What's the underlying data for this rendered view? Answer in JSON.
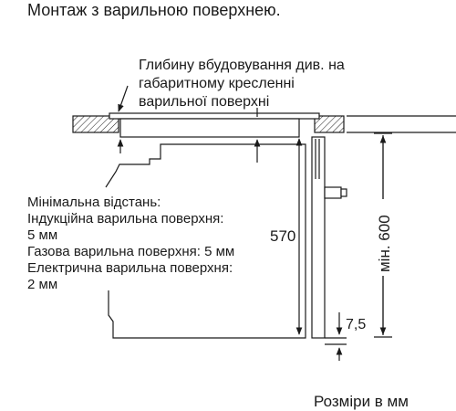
{
  "title": "Монтаж з варильною поверхнею.",
  "depth_note": {
    "lines": [
      "Глибину вбудовування див. на",
      "габаритному кресленні",
      "варильної поверхні"
    ]
  },
  "distance_note": {
    "lines": [
      "Мінімальна відстань:",
      "Індукційна варильна поверхня:",
      "5 мм",
      "Газова варильна поверхня: 5 мм",
      "Електрична варильна поверхня:",
      "2 мм"
    ]
  },
  "dimensions": {
    "oven_height": "570",
    "niche_height": "мін. 600",
    "bottom_gap": "7,5"
  },
  "units_note": "Розміри в мм",
  "colors": {
    "line": "#1a1a1a",
    "text": "#1a1a1a",
    "background": "#ffffff"
  }
}
